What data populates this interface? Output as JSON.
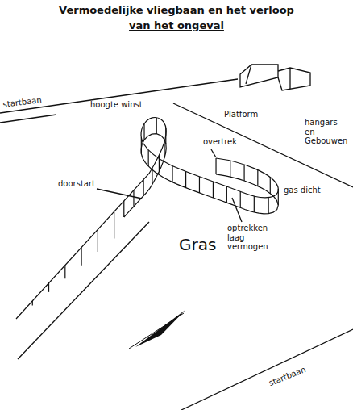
{
  "diagram": {
    "title": "Vermoedelijke vliegbaan en het verloop van het ongeval",
    "labels": [
      "startbaan",
      "hoogte winst",
      "Platform",
      "hangars en Gebouwen",
      "overtrek",
      "gas dicht",
      "doorstart",
      "optrekken laag vermogen",
      "Gras",
      "startbaan"
    ]
  }
}
